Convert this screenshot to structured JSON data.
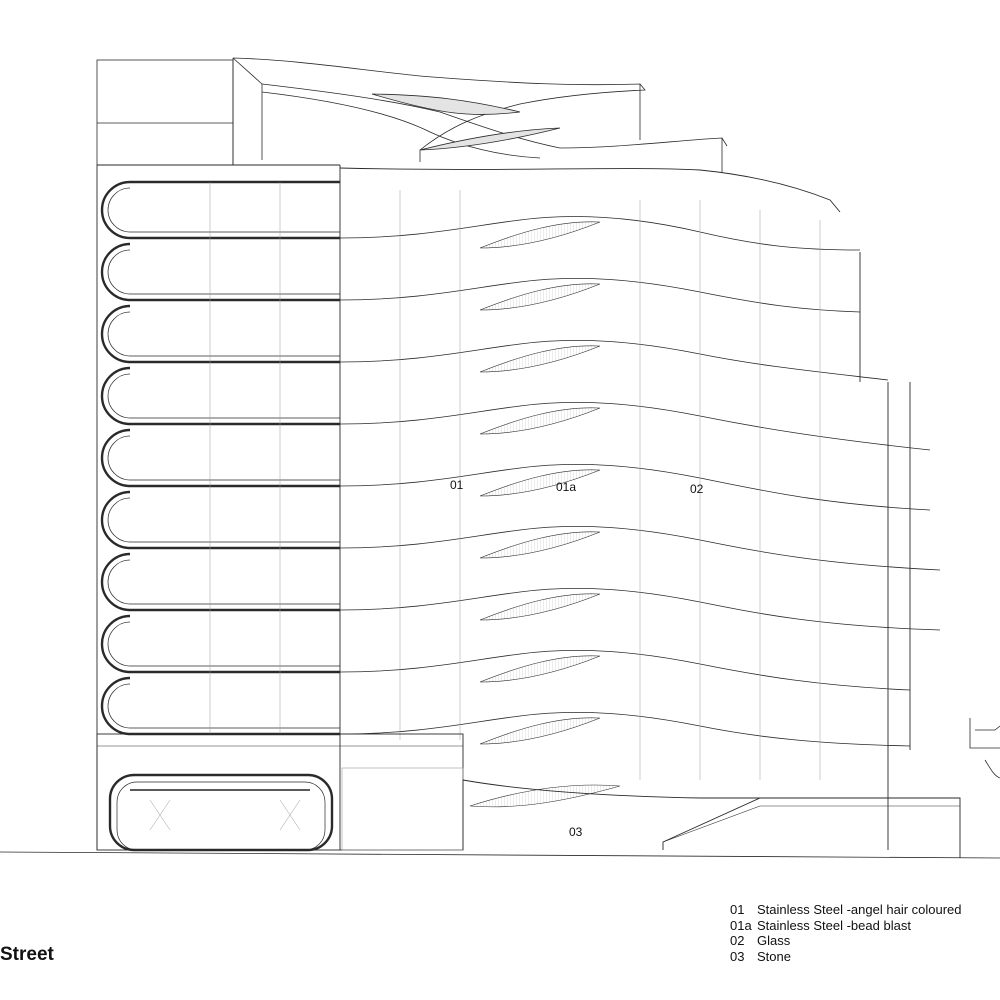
{
  "drawing": {
    "street_label": "Street",
    "callouts": [
      "01",
      "01a",
      "02",
      "03"
    ],
    "legend": [
      {
        "code": "01",
        "label": "Stainless Steel -angel hair coloured"
      },
      {
        "code": "01a",
        "label": "Stainless Steel -bead blast"
      },
      {
        "code": "02",
        "label": "Glass"
      },
      {
        "code": "03",
        "label": "Stone"
      }
    ],
    "colors": {
      "line": "#2a2a2a",
      "steel_shade": "#e4e4e4",
      "background": "#ffffff"
    }
  }
}
